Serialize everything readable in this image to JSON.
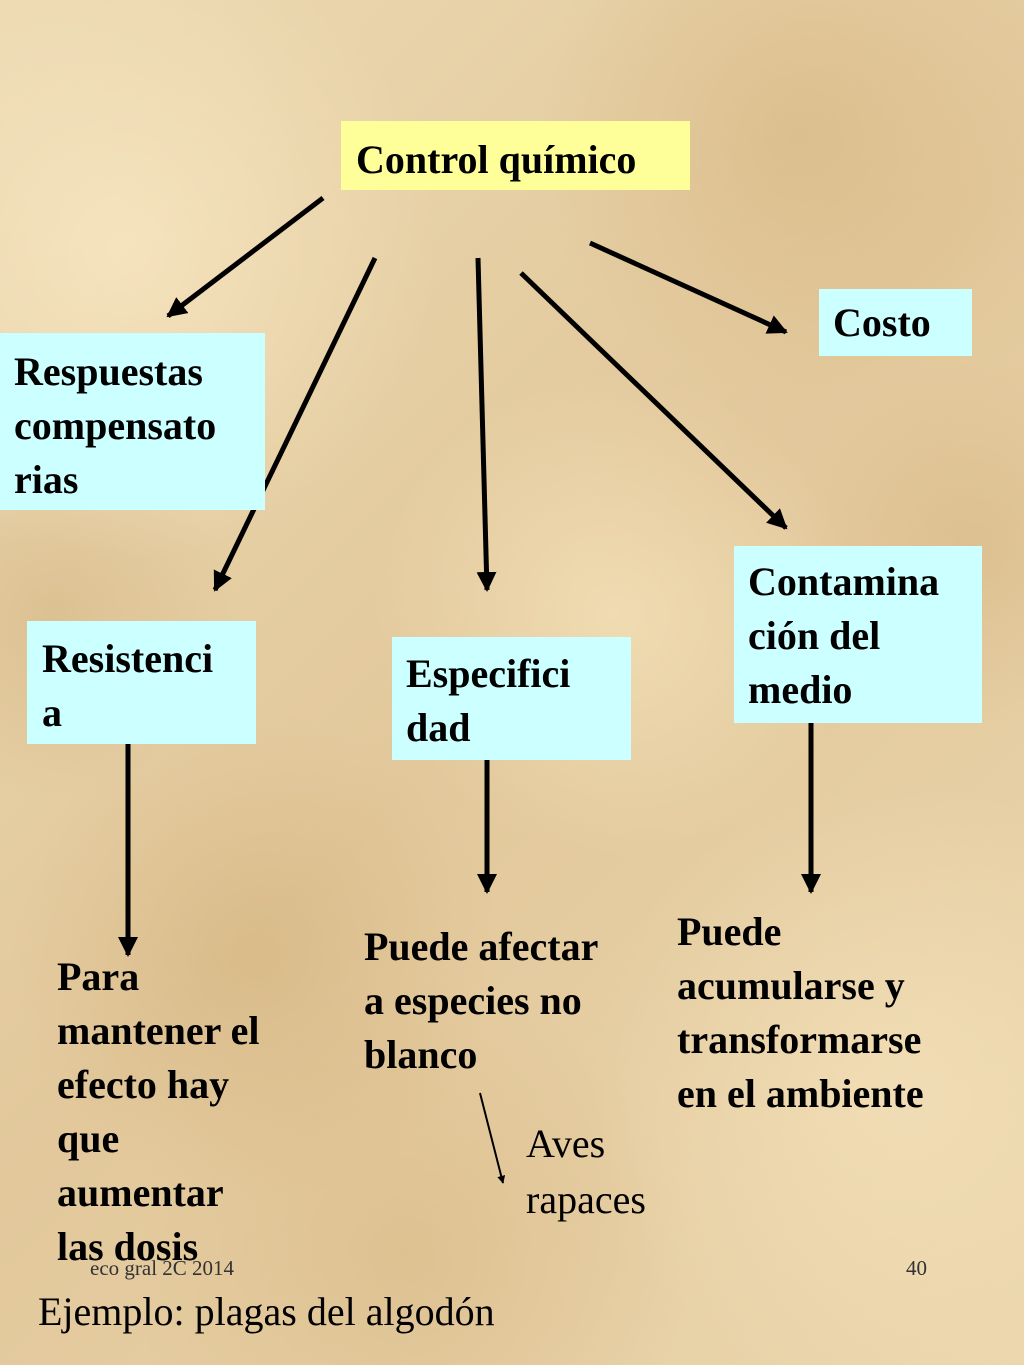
{
  "diagram": {
    "root": "Control químico",
    "respuestas": [
      "Respuestas",
      "compensato",
      "rias"
    ],
    "costo": "Costo",
    "resistencia": [
      "Resistenci",
      "a"
    ],
    "especificidad": [
      "Especifici",
      "dad"
    ],
    "contaminacion": [
      "Contamina",
      "ción del",
      "medio"
    ],
    "para_mantener": [
      "Para",
      "mantener el",
      "efecto hay",
      "que",
      "aumentar",
      "las dosis"
    ],
    "puede_afectar": [
      "Puede afectar",
      "a especies no",
      "blanco"
    ],
    "puede_acumularse": [
      "Puede",
      "acumularse y",
      "transformarse",
      "en el ambiente"
    ],
    "aves": [
      "Aves",
      "rapaces"
    ]
  },
  "footer": {
    "left": "eco gral 2C 2014",
    "page_number": "40",
    "example": "Ejemplo: plagas del algodón"
  },
  "colors": {
    "root_box": "#ffff99",
    "node_box": "#ccffff",
    "arrow": "#000000"
  }
}
